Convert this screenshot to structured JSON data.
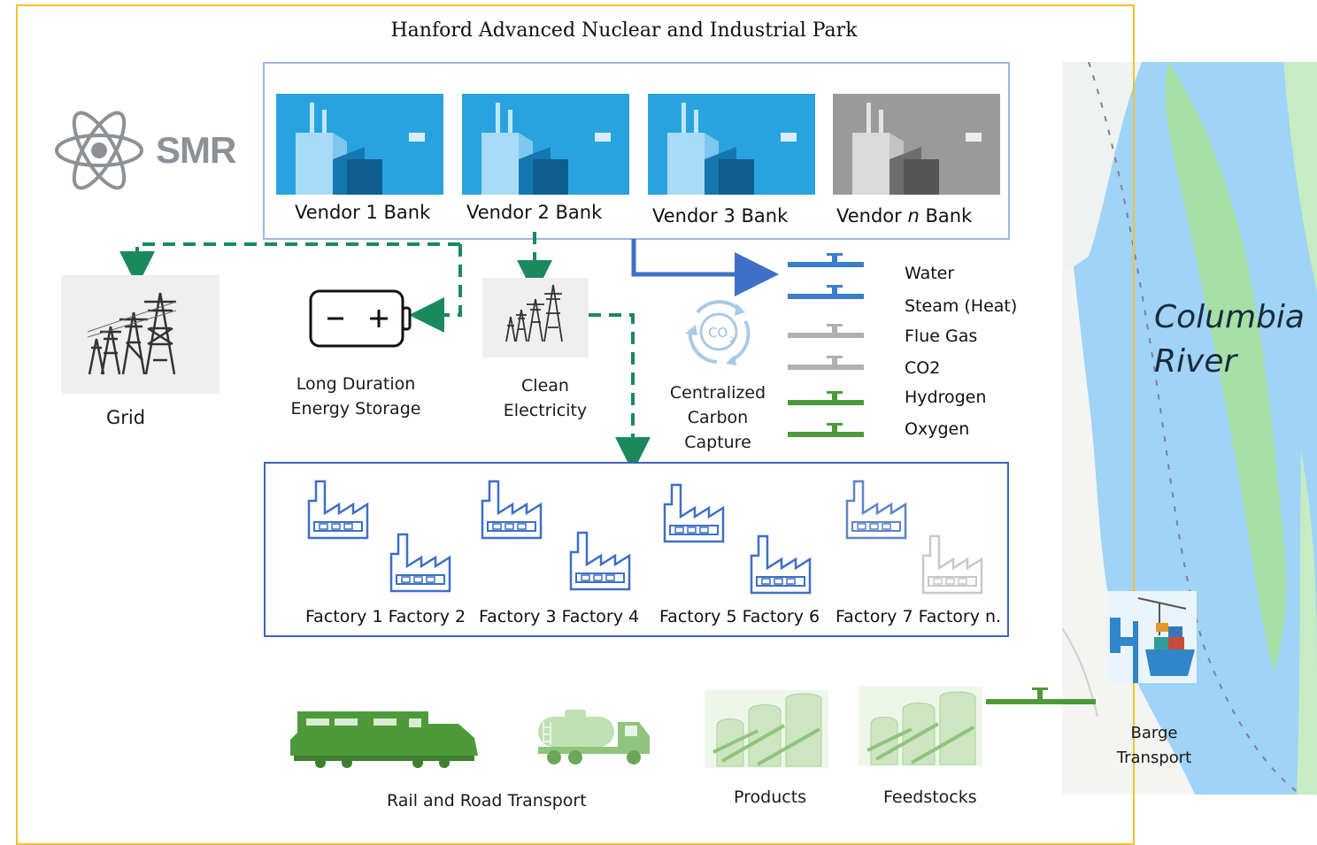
{
  "title": "Hanford Advanced Nuclear and Industrial Park",
  "smr_logo_text": "SMR",
  "vendors": [
    {
      "label": "Vendor 1 Bank",
      "color": "#29a3e0"
    },
    {
      "label": "Vendor 2 Bank",
      "color": "#29a3e0"
    },
    {
      "label": "Vendor 3 Bank",
      "color": "#29a3e0"
    },
    {
      "label_prefix": "Vendor ",
      "label_italic": "n",
      "label_suffix": " Bank",
      "color": "#9a9a9a"
    }
  ],
  "grid_label": "Grid",
  "storage_label_line1": "Long Duration",
  "storage_label_line2": "Energy Storage",
  "clean_label_line1": "Clean",
  "clean_label_line2": "Electricity",
  "carbon_label_line1": "Centralized",
  "carbon_label_line2": "Carbon",
  "carbon_label_line3": "Capture",
  "co2_icon_text": "CO",
  "co2_icon_sub": "2",
  "pipes": [
    {
      "label": "Water",
      "color": "#3a7dc9"
    },
    {
      "label": "Steam (Heat)",
      "color": "#3a7dc9"
    },
    {
      "label": "Flue Gas",
      "color": "#b0b0b0"
    },
    {
      "label": "CO2",
      "color": "#b0b0b0"
    },
    {
      "label": "Hydrogen",
      "color": "#4e9a3a"
    },
    {
      "label": "Oxygen",
      "color": "#4e9a3a"
    }
  ],
  "factories": {
    "label_1": "Factory 1 Factory 2",
    "label_2": "Factory 3 Factory 4",
    "label_3": "Factory 5 Factory 6",
    "label_4": "Factory 7 Factory n."
  },
  "transport_label": "Rail and Road Transport",
  "products_label": "Products",
  "feedstocks_label": "Feedstocks",
  "barge_label_line1": "Barge",
  "barge_label_line2": "Transport",
  "river_line1": "Columbia",
  "river_line2": "River",
  "colors": {
    "dashed_flow": "#1a8a5e",
    "blue_arrow": "#3f6fc6",
    "factory_blue": "#3f6fc6",
    "river": "#9fd3f7",
    "island": "#a6e0a6",
    "park_border": "#f2c230",
    "rail_green": "#4e9a3a"
  }
}
